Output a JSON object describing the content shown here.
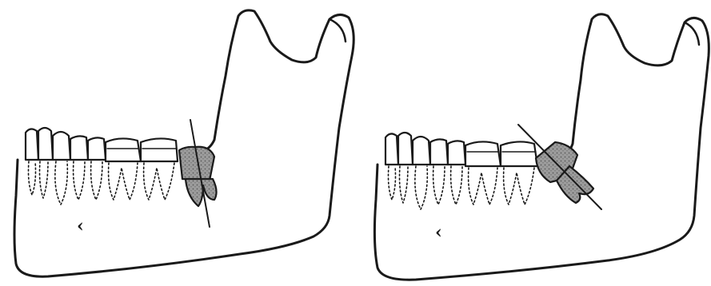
{
  "figure": {
    "panels": [
      {
        "id": "left",
        "tooth_orientation": "vertical"
      },
      {
        "id": "right",
        "tooth_orientation": "mesioangular"
      }
    ],
    "colors": {
      "ink": "#1a1a1a",
      "tooth_fill": "#9a9a9a",
      "background": "#ffffff"
    },
    "mental_foramen_mark": "‹"
  }
}
